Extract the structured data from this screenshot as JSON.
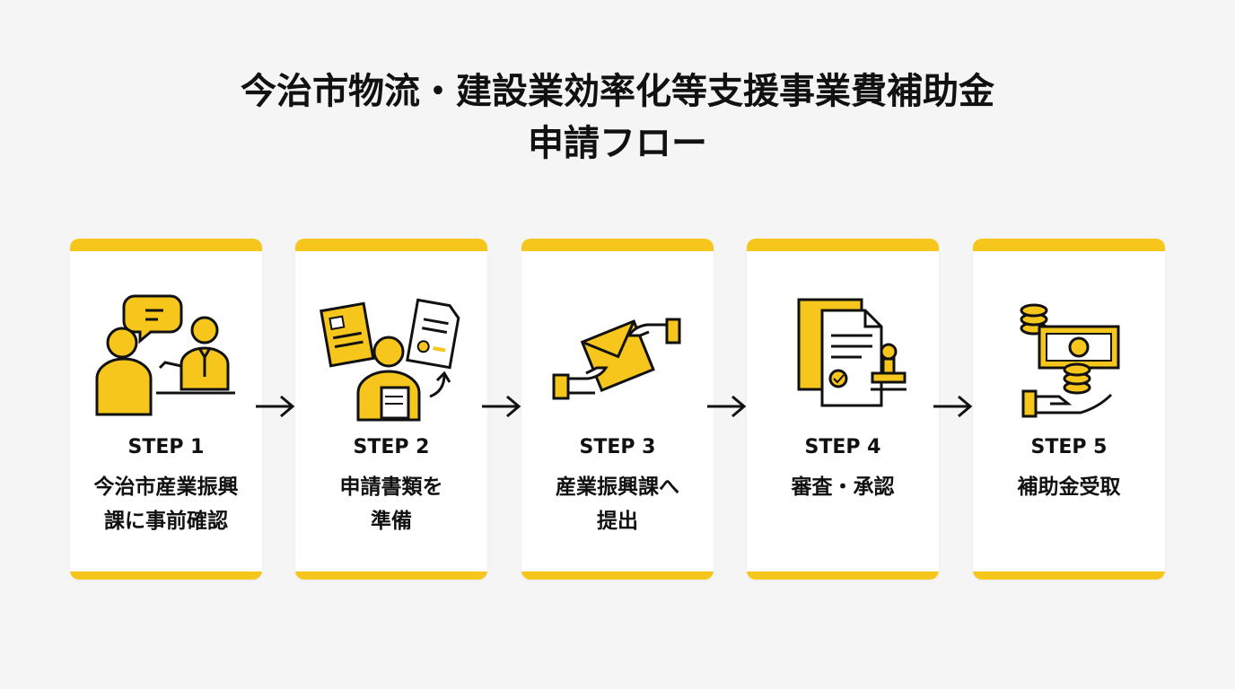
{
  "title": {
    "line1": "今治市物流・建設業効率化等支援事業費補助金",
    "line2": "申請フロー"
  },
  "steps": [
    {
      "label": "STEP 1",
      "lines": [
        "今治市産業振興",
        "課に事前確認"
      ],
      "icon": "consultation-icon"
    },
    {
      "label": "STEP 2",
      "lines": [
        "申請書類を",
        "準備"
      ],
      "icon": "document-preparation-icon"
    },
    {
      "label": "STEP 3",
      "lines": [
        "産業振興課へ",
        "提出"
      ],
      "icon": "submission-handover-icon"
    },
    {
      "label": "STEP 4",
      "lines": [
        "審査・承認"
      ],
      "icon": "approval-stamp-icon"
    },
    {
      "label": "STEP 5",
      "lines": [
        "補助金受取"
      ],
      "icon": "subsidy-money-icon"
    }
  ],
  "colors": {
    "accent": "#f6c61c",
    "text": "#111111",
    "background": "#f5f5f5",
    "card": "#ffffff"
  }
}
